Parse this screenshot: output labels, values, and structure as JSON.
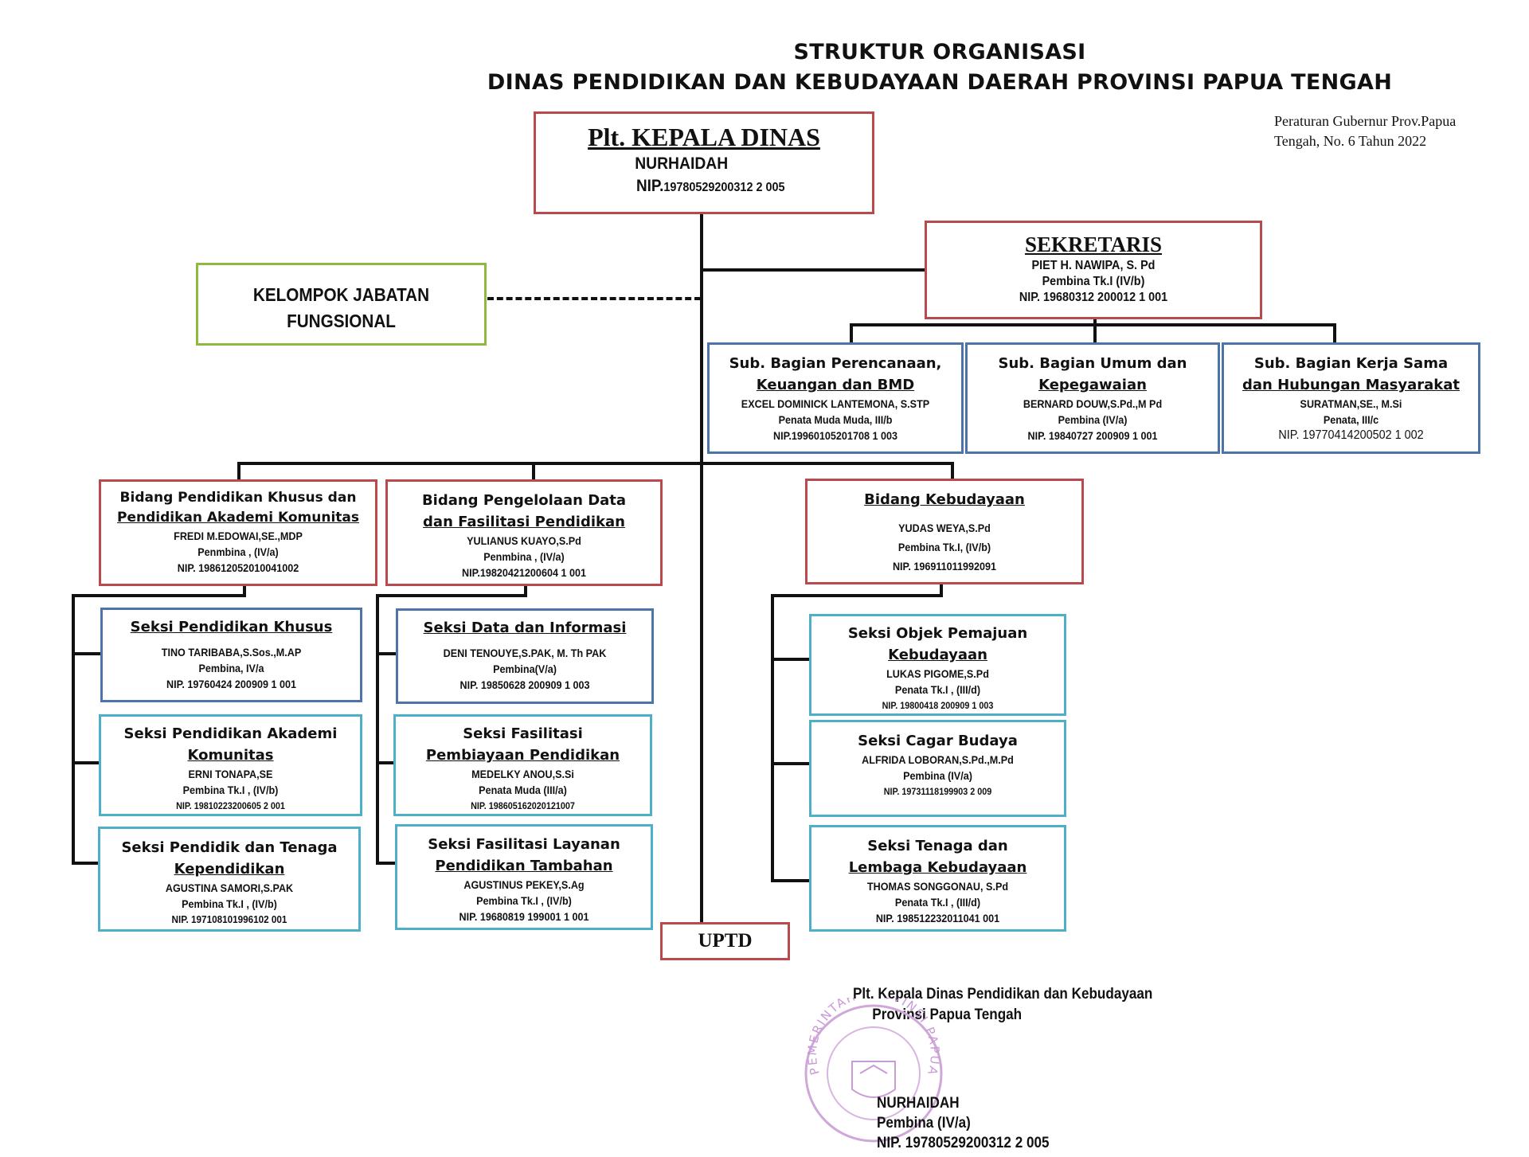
{
  "header": {
    "title_line1": "STRUKTUR ORGANISASI",
    "title_line2": "DINAS PENDIDIKAN DAN KEBUDAYAAN DAERAH PROVINSI PAPUA TENGAH",
    "regulation_line1": "Peraturan Gubernur Prov.Papua",
    "regulation_line2": "Tengah, No. 6 Tahun 2022"
  },
  "kepala": {
    "title": "Plt. KEPALA DINAS",
    "name": "NURHAIDAH",
    "nip_prefix": "NIP.",
    "nip": "19780529200312 2 005"
  },
  "sekretaris": {
    "title": "SEKRETARIS",
    "name": "PIET  H. NAWIPA, S. Pd",
    "rank": "Pembina Tk.I (IV/b)",
    "nip": "NIP. 19680312 200012 1 001"
  },
  "fungsional": {
    "line1": "KELOMPOK JABATAN",
    "line2": "FUNGSIONAL"
  },
  "subbagian": [
    {
      "title1": "Sub. Bagian Perencanaan,",
      "title2": "Keuangan dan BMD",
      "name": "EXCEL DOMINICK LANTEMONA, S.STP",
      "rank": "Penata Muda Muda, III/b",
      "nip": "NIP.19960105201708 1 003"
    },
    {
      "title1": "Sub. Bagian Umum dan",
      "title2": "Kepegawaian",
      "name": "BERNARD DOUW,S.Pd.,M Pd",
      "rank": "Pembina (IV/a)",
      "nip": "NIP. 19840727 200909 1 001"
    },
    {
      "title1": "Sub. Bagian Kerja Sama",
      "title2": "dan Hubungan Masyarakat",
      "name": "SURATMAN,SE., M.Si",
      "rank": "Penata, III/c",
      "nip": "NIP.  19770414200502 1 002"
    }
  ],
  "bidang": [
    {
      "title1": "Bidang Pendidikan Khusus dan",
      "title2": "Pendidikan Akademi Komunitas",
      "name": "FREDI M.EDOWAI,SE.,MDP",
      "rank": "Penmbina , (IV/a)",
      "nip": "NIP. 198612052010041002"
    },
    {
      "title1": "Bidang Pengelolaan Data",
      "title2": "dan Fasilitasi Pendidikan",
      "name": "YULIANUS KUAYO,S.Pd",
      "rank": "Penmbina , (IV/a)",
      "nip": "NIP.19820421200604 1 001"
    },
    {
      "title1": "",
      "title2": "Bidang Kebudayaan",
      "name": "YUDAS WEYA,S.Pd",
      "rank": "Pembina Tk.I, (IV/b)",
      "nip": "NIP. 196911011992091"
    }
  ],
  "seksi_col1": [
    {
      "title1": "",
      "title2": "Seksi Pendidikan Khusus",
      "name": "TINO TARIBABA,S.Sos.,M.AP",
      "rank": "Pembina, IV/a",
      "nip": "NIP. 19760424 200909 1 001"
    },
    {
      "title1": "Seksi Pendidikan Akademi",
      "title2": "Komunitas",
      "name": "ERNI TONAPA,SE",
      "rank": "Pembina Tk.I , (IV/b)",
      "nip": "NIP.  19810223200605 2 001"
    },
    {
      "title1": "Seksi Pendidik dan Tenaga",
      "title2": "Kependidikan",
      "name": "AGUSTINA SAMORI,S.PAK",
      "rank": "Pembina Tk.I , (IV/b)",
      "nip": "NIP. 197108101996102 001"
    }
  ],
  "seksi_col2": [
    {
      "title1": "",
      "title2": "Seksi Data dan Informasi",
      "name": "DENI TENOUYE,S.PAK, M. Th PAK",
      "rank": "Pembina(V/a)",
      "nip": "NIP. 19850628 200909 1 003"
    },
    {
      "title1": "Seksi Fasilitasi",
      "title2": "Pembiayaan Pendidikan",
      "name": "MEDELKY ANOU,S.Si",
      "rank": "Penata Muda (III/a)",
      "nip": "NIP. 198605162020121007"
    },
    {
      "title1": "Seksi Fasilitasi Layanan",
      "title2": "Pendidikan Tambahan",
      "name": "AGUSTINUS PEKEY,S.Ag",
      "rank": "Pembina Tk.I , (IV/b)",
      "nip": "NIP.  19680819 199001 1 001"
    }
  ],
  "seksi_col3": [
    {
      "title1": "Seksi Objek Pemajuan",
      "title2": "Kebudayaan",
      "name": "LUKAS PIGOME,S.Pd",
      "rank": "Penata Tk.I , (III/d)",
      "nip": "NIP. 19800418 200909 1 003"
    },
    {
      "title1": "Seksi Cagar Budaya",
      "title2": "",
      "name": "ALFRIDA LOBORAN,S.Pd.,M.Pd",
      "rank": "Pembina (IV/a)",
      "nip": "NIP. 19731118199903 2 009"
    },
    {
      "title1": "Seksi Tenaga dan",
      "title2": "Lembaga Kebudayaan",
      "name": "THOMAS SONGGONAU, S.Pd",
      "rank": "Penata Tk.I , (III/d)",
      "nip": "NIP. 198512232011041 001"
    }
  ],
  "uptd": "UPTD",
  "signature": {
    "line1": "Plt. Kepala Dinas Pendidikan dan Kebudayaan",
    "line2": "Provinsi Papua Tengah",
    "name": "NURHAIDAH",
    "rank": "Pembina (IV/a)",
    "nip": "NIP.  19780529200312 2 005",
    "stamp_text": "PEMERINTAH PROVINSI PAPUA TENGAH"
  }
}
